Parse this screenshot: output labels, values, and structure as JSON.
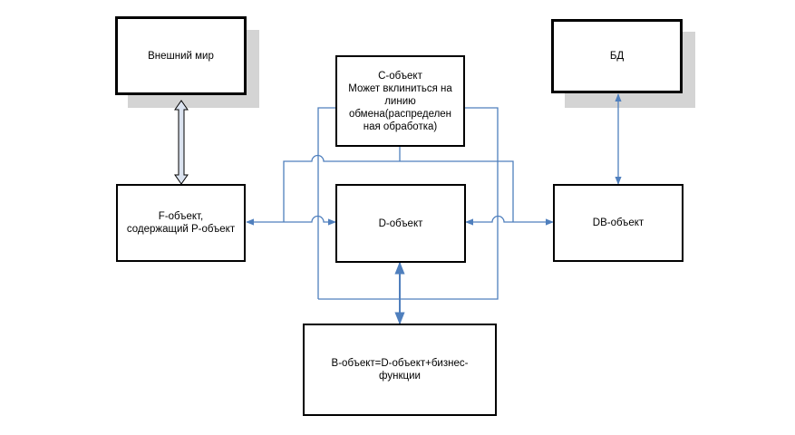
{
  "nodes": {
    "external_world": "Внешний мир",
    "db": "БД",
    "c_object": "С-объект\nМожет вклиниться на\nлинию\nобмена(распределен\nная обработка)",
    "f_object": "F-объект,\nсодержащий Р-объект",
    "d_object": "D-объект",
    "db_object": "DB-объект",
    "b_object": "В-объект=D-объект+бизнес-\nфункции"
  },
  "colors": {
    "connector": "#4f7fbd",
    "box_border": "#000000",
    "shadow": "#d4d4d4",
    "double_arrow_fill": "#dbe3f0"
  }
}
